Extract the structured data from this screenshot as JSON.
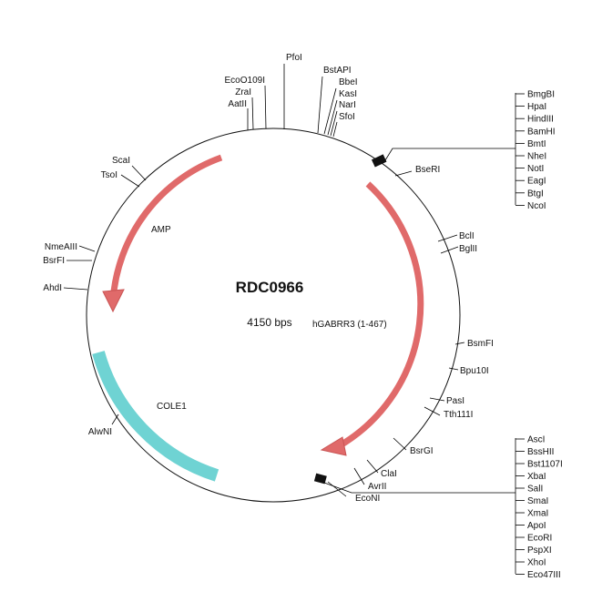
{
  "plasmid": {
    "name": "RDC0966",
    "size_label": "4150 bps"
  },
  "colors": {
    "backbone": "#111111",
    "arrow": "#e06a6a",
    "ori": "#6fd3d3",
    "marker": "#111111"
  },
  "features": [
    {
      "label": "AMP",
      "type": "arrow",
      "color": "#e06a6a"
    },
    {
      "label": "hGABRR3 (1-467)",
      "type": "arrow",
      "color": "#e06a6a"
    },
    {
      "label": "COLE1",
      "type": "box",
      "color": "#6fd3d3"
    }
  ],
  "sites": [
    {
      "label": "PfoI"
    },
    {
      "label": "BstAPI"
    },
    {
      "label": "BbeI"
    },
    {
      "label": "KasI"
    },
    {
      "label": "NarI"
    },
    {
      "label": "SfoI"
    },
    {
      "label": "EcoO109I"
    },
    {
      "label": "ZraI"
    },
    {
      "label": "AatII"
    },
    {
      "label": "ScaI"
    },
    {
      "label": "TsoI"
    },
    {
      "label": "NmeAIII"
    },
    {
      "label": "BsrFI"
    },
    {
      "label": "AhdI"
    },
    {
      "label": "AlwNI"
    },
    {
      "label": "BseRI"
    },
    {
      "label": "BclI"
    },
    {
      "label": "BglII"
    },
    {
      "label": "BsmFI"
    },
    {
      "label": "Bpu10I"
    },
    {
      "label": "PasI"
    },
    {
      "label": "Tth111I"
    },
    {
      "label": "BsrGI"
    },
    {
      "label": "ClaI"
    },
    {
      "label": "AvrII"
    },
    {
      "label": "EcoNI"
    }
  ],
  "mcs_top": [
    "BmgBI",
    "HpaI",
    "HindIII",
    "BamHI",
    "BmtI",
    "NheI",
    "NotI",
    "EagI",
    "BtgI",
    "NcoI"
  ],
  "mcs_bottom": [
    "AscI",
    "BssHII",
    "Bst1107I",
    "XbaI",
    "SalI",
    "SmaI",
    "XmaI",
    "ApoI",
    "EcoRI",
    "PspXI",
    "XhoI",
    "Eco47III"
  ]
}
